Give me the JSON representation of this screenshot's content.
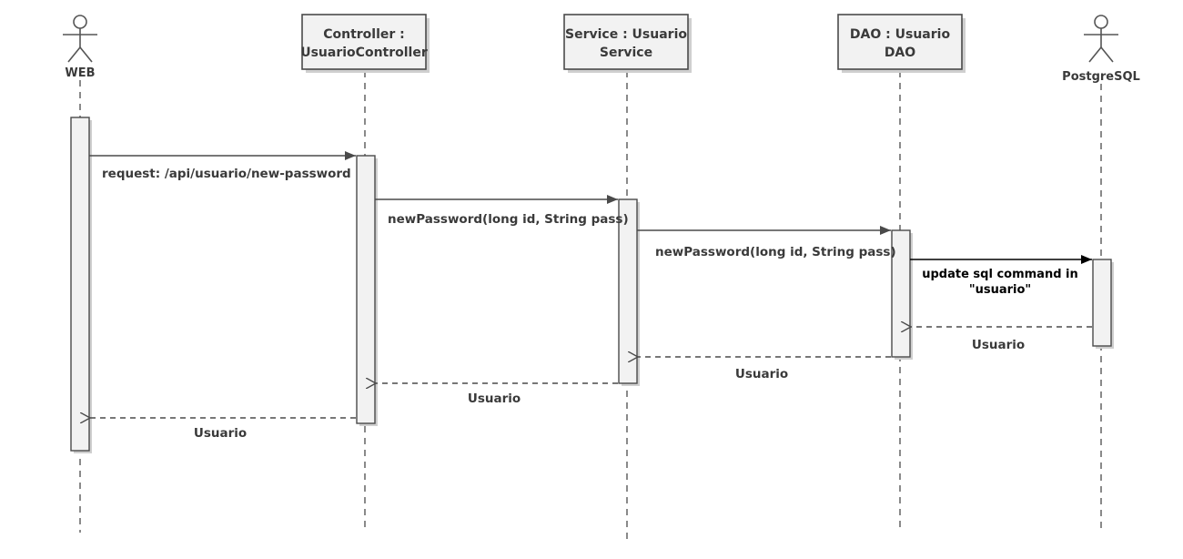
{
  "participants": {
    "web": {
      "name": "WEB"
    },
    "controller": {
      "line1": "Controller :",
      "line2": "UsuarioController"
    },
    "service": {
      "line1": "Service : Usuario",
      "line2": "Service"
    },
    "dao": {
      "line1": "DAO : Usuario",
      "line2": "DAO"
    },
    "postgres": {
      "name": "PostgreSQL"
    }
  },
  "messages": {
    "request": "request: /api/usuario/new-password",
    "controller_to_service": "newPassword(long id, String pass)",
    "service_to_dao": "newPassword(long id, String pass)",
    "dao_to_db_line1": "update sql command in",
    "dao_to_db_line2": "\"usuario\"",
    "db_return": "Usuario",
    "dao_return": "Usuario",
    "service_return": "Usuario",
    "controller_return": "Usuario"
  },
  "colors": {
    "box_fill": "#f2f2f2",
    "line": "#4a4a4a",
    "db_arrow": "#000000"
  }
}
